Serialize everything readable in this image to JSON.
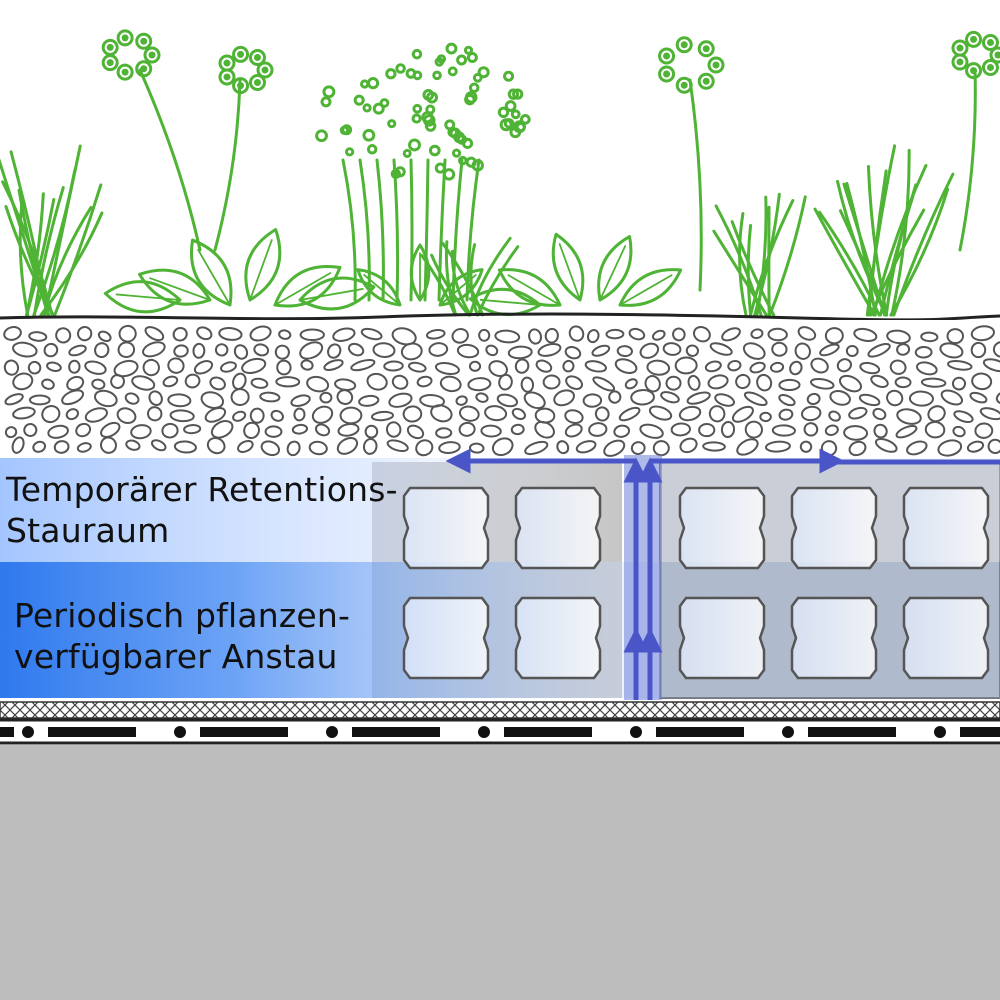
{
  "diagram": {
    "labels": {
      "retention": {
        "line1": "Temporärer Retentions-",
        "line2": "Stauraum"
      },
      "periodic": {
        "line1": "Periodisch pflanzen-",
        "line2": "verfügbarer Anstau"
      }
    },
    "colors": {
      "plants": "#4fb335",
      "gravel_outline": "#555555",
      "retention_water": "#a9c8ff",
      "periodic_water": "#3f86f2",
      "flow_arrow": "#4a56c8",
      "drainage_panel": "#c2c2c2",
      "cell_outline": "#555555",
      "base_slab": "#bdbdbd"
    }
  }
}
